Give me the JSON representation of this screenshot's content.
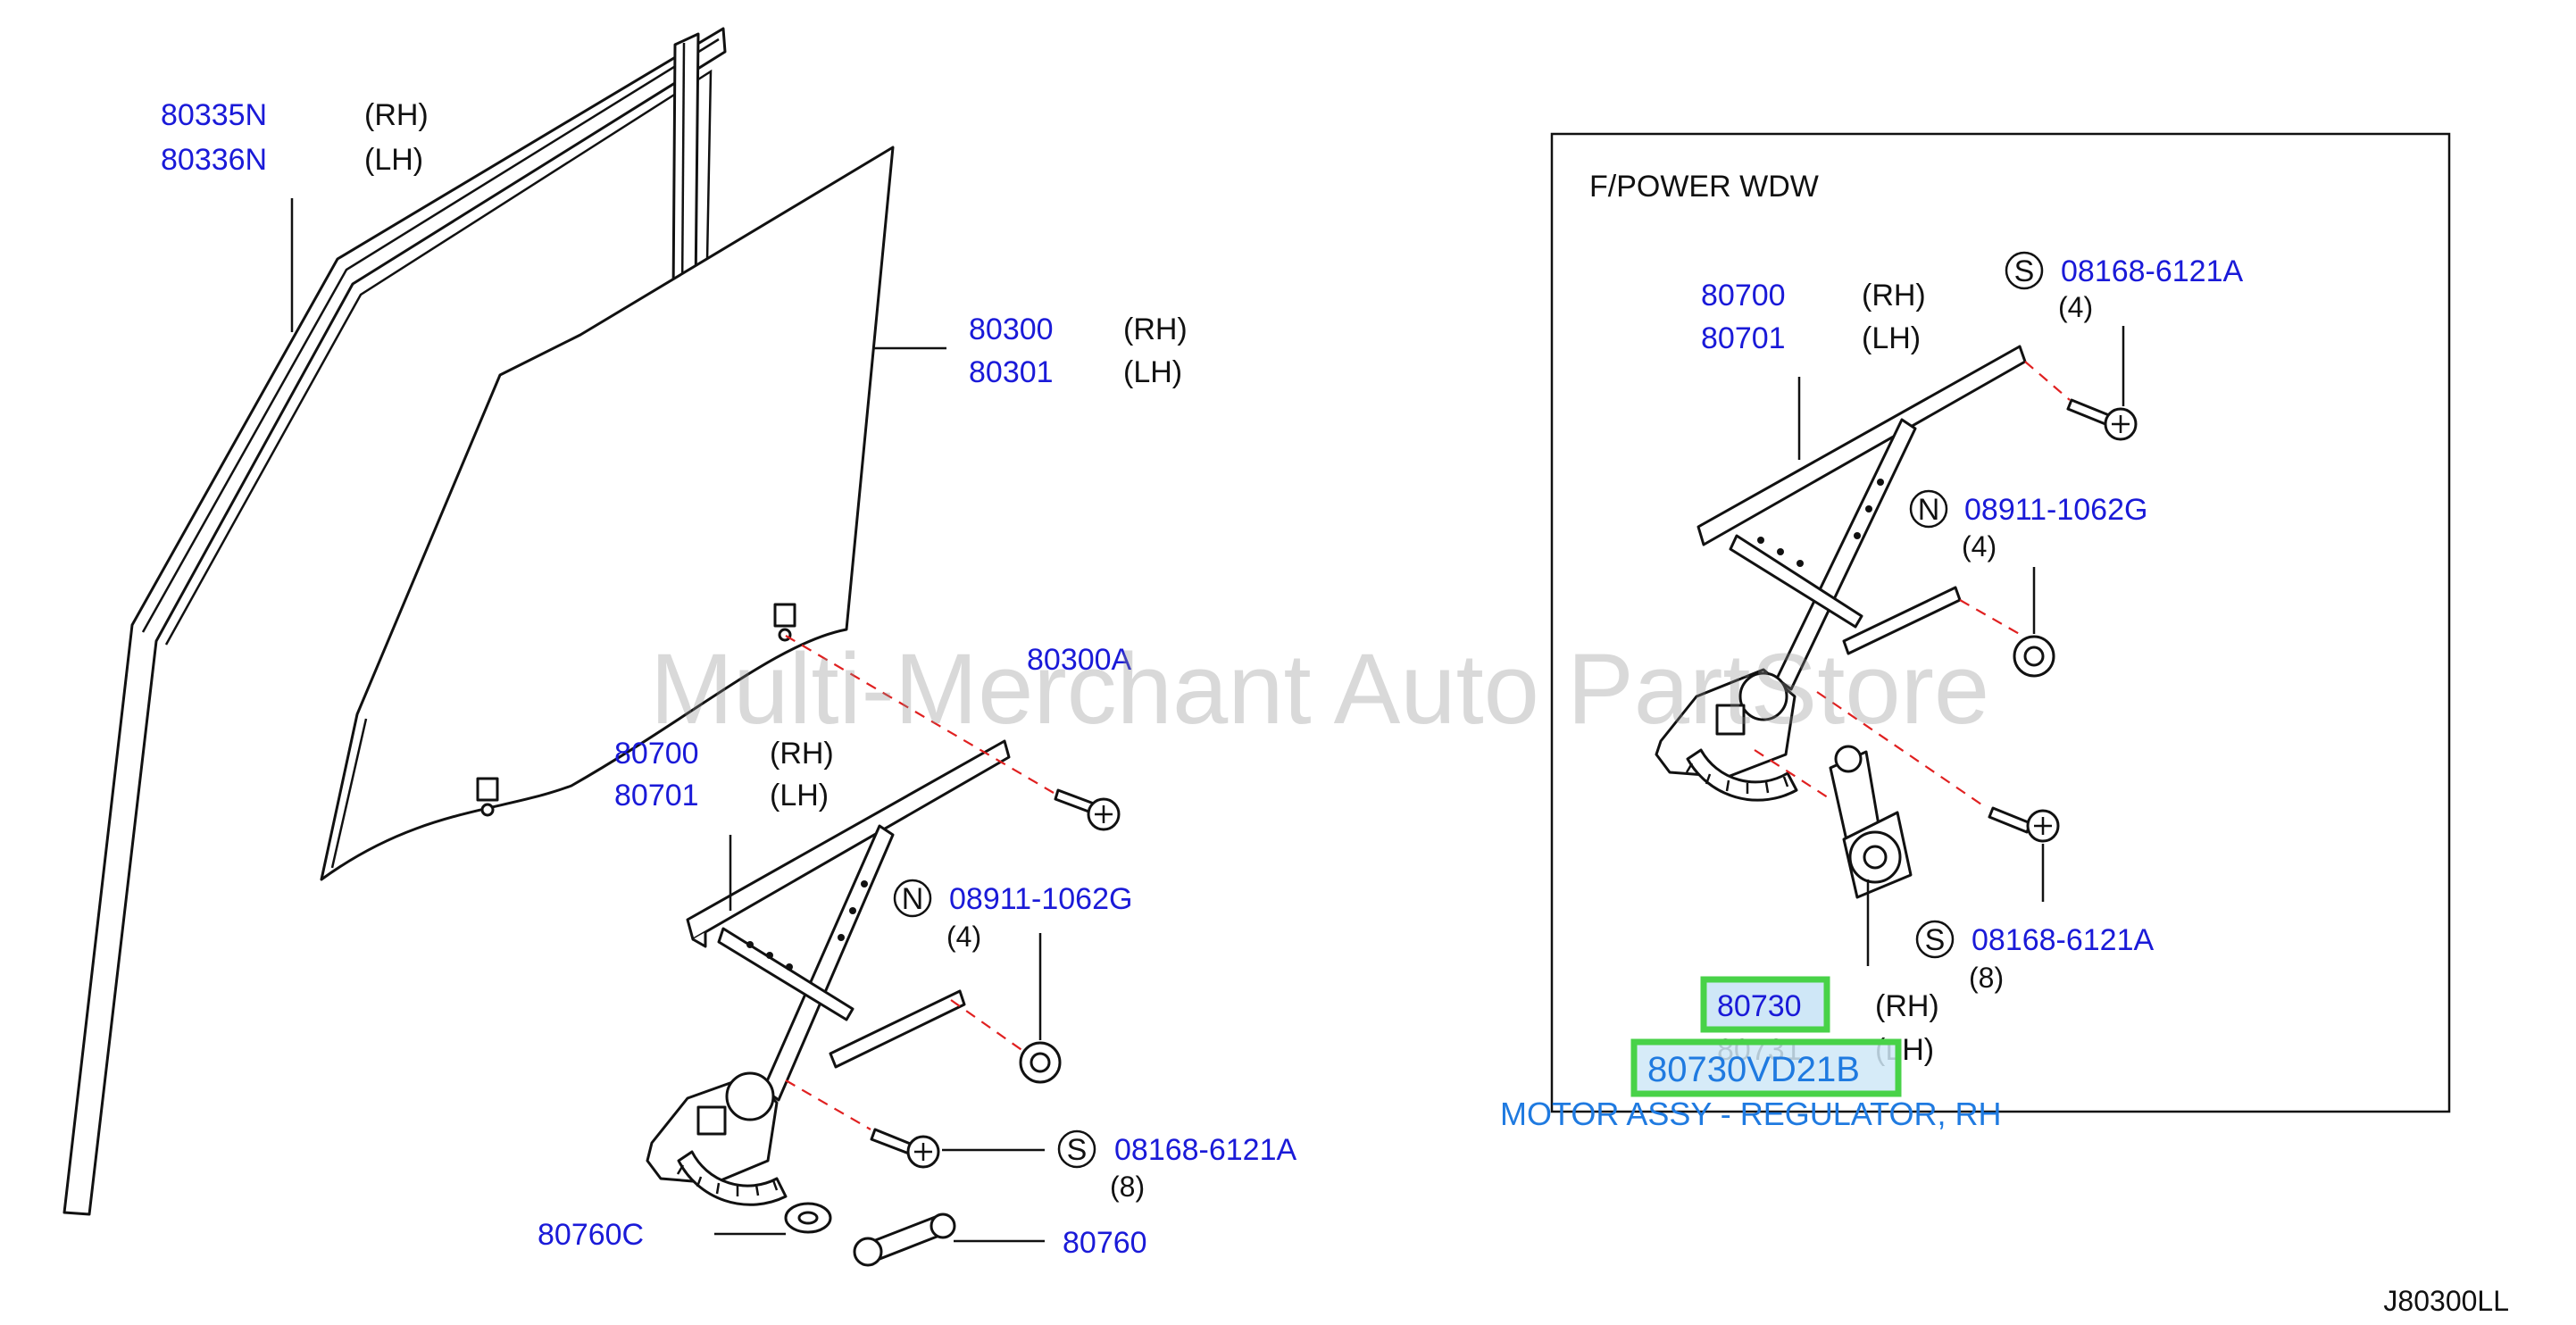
{
  "diagram": {
    "ref_code": "J80300LL",
    "watermark": "Multi-Merchant Auto PartStore",
    "inset": {
      "title": "F/POWER  WDW"
    },
    "labels": {
      "sash_rh_pn": "80335N",
      "sash_rh_side": "(RH)",
      "sash_lh_pn": "80336N",
      "sash_lh_side": "(LH)",
      "glass_rh_pn": "80300",
      "glass_rh_side": "(RH)",
      "glass_lh_pn": "80301",
      "glass_lh_side": "(LH)",
      "bolt_glass_pn": "80300A",
      "reg_rh_pn": "80700",
      "reg_rh_side": "(RH)",
      "reg_lh_pn": "80701",
      "reg_lh_side": "(LH)",
      "nut_symbol": "N",
      "nut_pn": "08911-1062G",
      "nut_qty": "(4)",
      "bolt_symbol": "S",
      "bolt_pn": "08168-6121A",
      "bolt_qty": "(8)",
      "washer_pn": "80760C",
      "handle_pn": "80760",
      "inset_reg_rh_pn": "80700",
      "inset_reg_rh_side": "(RH)",
      "inset_reg_lh_pn": "80701",
      "inset_reg_lh_side": "(LH)",
      "inset_bolt_top_symbol": "S",
      "inset_bolt_top_pn": "08168-6121A",
      "inset_bolt_top_qty": "(4)",
      "inset_nut_symbol": "N",
      "inset_nut_pn": "08911-1062G",
      "inset_nut_qty": "(4)",
      "inset_bolt_bottom_symbol": "S",
      "inset_bolt_bottom_pn": "08168-6121A",
      "inset_bolt_bottom_qty": "(8)",
      "motor_rh_pn": "80730",
      "motor_rh_side": "(RH)",
      "motor_lh_pn": "80731",
      "motor_lh_side": "(LH)",
      "motor_part_code": "80730VD21B",
      "motor_description": "MOTOR ASSY - REGULATOR, RH"
    },
    "colors": {
      "part_number": "#1a1ad8",
      "leader_dash": "#e02020",
      "highlight_border": "#48d248",
      "highlight_fill": "#cfe7f7",
      "description": "#1f7ae0",
      "watermark": "#8a8a8a"
    }
  }
}
